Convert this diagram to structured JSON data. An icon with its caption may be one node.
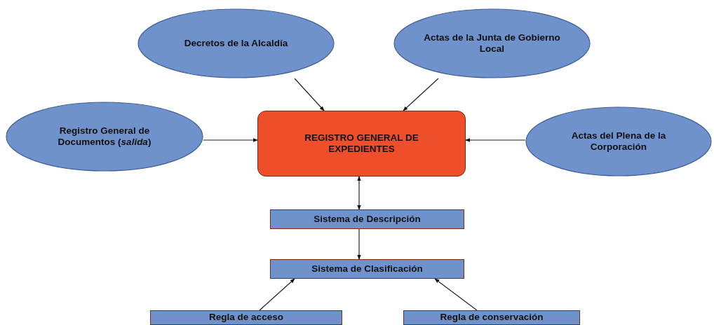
{
  "diagram": {
    "nodes": [
      {
        "text": [
          "Decretos de la Alcaldía"
        ]
      },
      {
        "text": [
          "Actas de la Junta de Gobierno Local"
        ]
      },
      {
        "text": [
          "Registro General de Documentos (*salida*)"
        ]
      },
      {
        "text": [
          "REGISTRO GENERAL DE EXPEDIENTES"
        ]
      },
      {
        "text": [
          "Actas del Plena de la Corporación"
        ]
      },
      {
        "text": [
          "Sistema de Descripción"
        ]
      },
      {
        "text": [
          "Sistema de Clasificación"
        ]
      },
      {
        "text": [
          "Regla de acceso"
        ]
      },
      {
        "text": [
          "Regla de conservación"
        ]
      }
    ],
    "edges": [
      {
        "from": 0,
        "to": 3,
        "arrow": "to"
      },
      {
        "from": 1,
        "to": 3,
        "arrow": "to"
      },
      {
        "from": 2,
        "to": 3,
        "arrow": "to"
      },
      {
        "from": 4,
        "to": 3,
        "arrow": "to"
      },
      {
        "from": 3,
        "to": 5,
        "arrow": "both"
      },
      {
        "from": 5,
        "to": 6,
        "arrow": "to"
      },
      {
        "from": 7,
        "to": 6,
        "arrow": "to"
      },
      {
        "from": 8,
        "to": 6,
        "arrow": "to"
      }
    ]
  }
}
